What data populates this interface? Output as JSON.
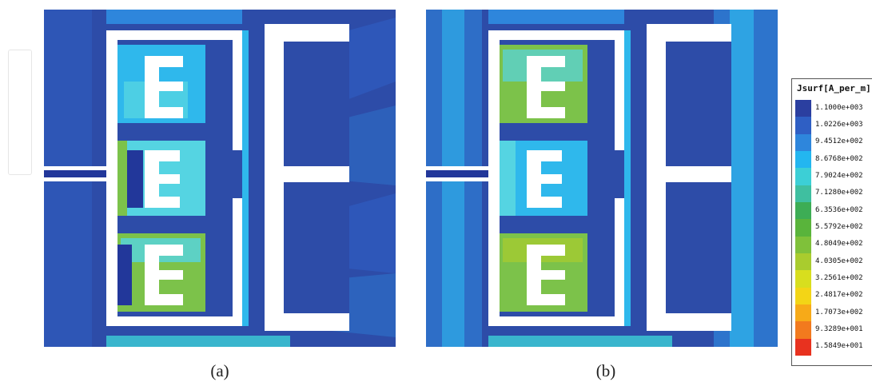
{
  "figure": {
    "captions": [
      "(a)",
      "(b)"
    ],
    "legend": {
      "title": "Jsurf[A_per_m]",
      "entries": [
        {
          "label": "1.1000e+003",
          "color": "#2b3fa0"
        },
        {
          "label": "1.0226e+003",
          "color": "#2f5fc4"
        },
        {
          "label": "9.4512e+002",
          "color": "#2e86dc"
        },
        {
          "label": "8.6768e+002",
          "color": "#23b6f0"
        },
        {
          "label": "7.9024e+002",
          "color": "#3ccfd6"
        },
        {
          "label": "7.1280e+002",
          "color": "#3fbfa0"
        },
        {
          "label": "6.3536e+002",
          "color": "#3dad55"
        },
        {
          "label": "5.5792e+002",
          "color": "#59b43b"
        },
        {
          "label": "4.8049e+002",
          "color": "#7fc13a"
        },
        {
          "label": "4.0305e+002",
          "color": "#a9cc2e"
        },
        {
          "label": "3.2561e+002",
          "color": "#d8de1e"
        },
        {
          "label": "2.4817e+002",
          "color": "#f3d516"
        },
        {
          "label": "1.7073e+002",
          "color": "#f7aa18"
        },
        {
          "label": "9.3289e+001",
          "color": "#f27a1e"
        },
        {
          "label": "1.5849e+001",
          "color": "#e8321f"
        }
      ]
    },
    "colors": {
      "background_field": "#2d4ca8",
      "deep_blue": "#22379a",
      "light_blue": "#2fb8ec",
      "cyan": "#55d4e2",
      "green": "#7cc24a",
      "metal_gap": "#ffffff"
    }
  }
}
